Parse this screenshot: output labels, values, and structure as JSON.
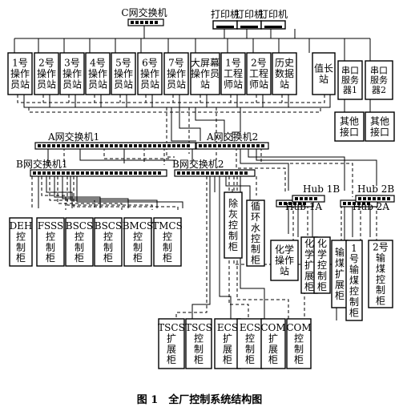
{
  "switches": {
    "c": "C网交换机",
    "a1": "A网交换机1",
    "a2": "A网交换机2",
    "b1": "B网交换机1",
    "b2": "B网交换机2"
  },
  "printer_label": "打印机",
  "operator_stations": [
    "1号操作员站",
    "2号操作员站",
    "3号操作员站",
    "4号操作员站",
    "5号操作员站",
    "6号操作员站",
    "7号操作员站"
  ],
  "big_screen": "大屏幕操作员站",
  "engineer_stations": [
    "1号工程师站",
    "2号工程师站"
  ],
  "history_server": "历史数据站",
  "duty_chief": "值长站",
  "serial_servers": [
    "串口服务器1",
    "串口服务器2"
  ],
  "other_interface": "其他接口",
  "cabinets_left": [
    "DEH控制柜",
    "FSSS控制柜",
    "BSCS控制柜",
    "BSCS控制柜",
    "BMCS控制柜",
    "TMCS控制柜"
  ],
  "ash_removal": "除灰控制柜",
  "circ_water": "循环水控制柜",
  "chem_station": "化学操作站",
  "chem_expansion": "化学扩展柜",
  "chem_control": "化学控制柜",
  "coal_expansion": "输煤扩展柜",
  "coal_control_1": "1号输煤控制柜",
  "coal_control_2": "2号输煤控制柜",
  "hubs": [
    "Hub 1A",
    "Hub 1B",
    "Hub 2A",
    "Hub 2B"
  ],
  "bottom_cabinets": [
    "TSCS扩展柜",
    "TSCS控制柜",
    "ECS扩展柜",
    "ECS控制柜",
    "COM扩展柜",
    "COM控制柜"
  ],
  "caption": "图 1　全厂控制系统结构图"
}
